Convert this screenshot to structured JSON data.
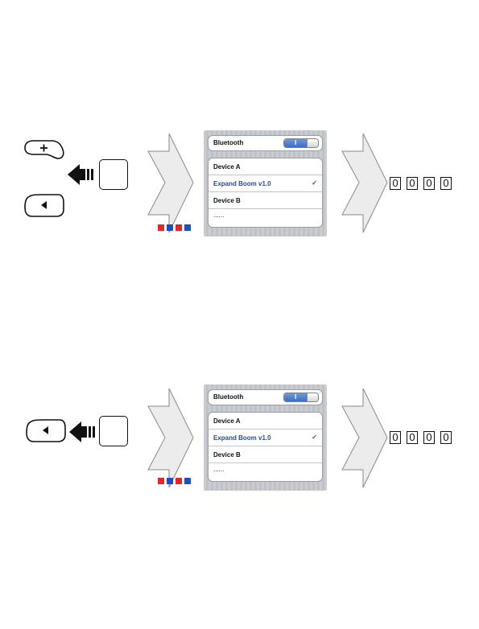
{
  "step1": {
    "buttons": [
      "plus-button",
      "back-button"
    ],
    "bluetooth_label": "Bluetooth",
    "toggle_label": "I",
    "devices": [
      "Device A",
      "Expand Boom v1.0",
      "Device B",
      "......"
    ],
    "selected_index": 1,
    "check_mark": "✓",
    "pin": [
      "0",
      "0",
      "0",
      "0"
    ],
    "led_colors": [
      "#e3262b",
      "#1f4fbf",
      "#e3262b",
      "#1f4fbf"
    ]
  },
  "step2": {
    "buttons": [
      "back-button"
    ],
    "bluetooth_label": "Bluetooth",
    "toggle_label": "I",
    "devices": [
      "Device A",
      "Expand Boom v1.0",
      "Device B",
      "......"
    ],
    "selected_index": 1,
    "check_mark": "✓",
    "pin": [
      "0",
      "0",
      "0",
      "0"
    ],
    "led_colors": [
      "#e3262b",
      "#1f4fbf",
      "#e3262b",
      "#1f4fbf"
    ]
  },
  "colors": {
    "arrow_fill": "#ececec",
    "arrow_stroke": "#8a8a8a",
    "accent_blue": "#3c6fc0"
  }
}
